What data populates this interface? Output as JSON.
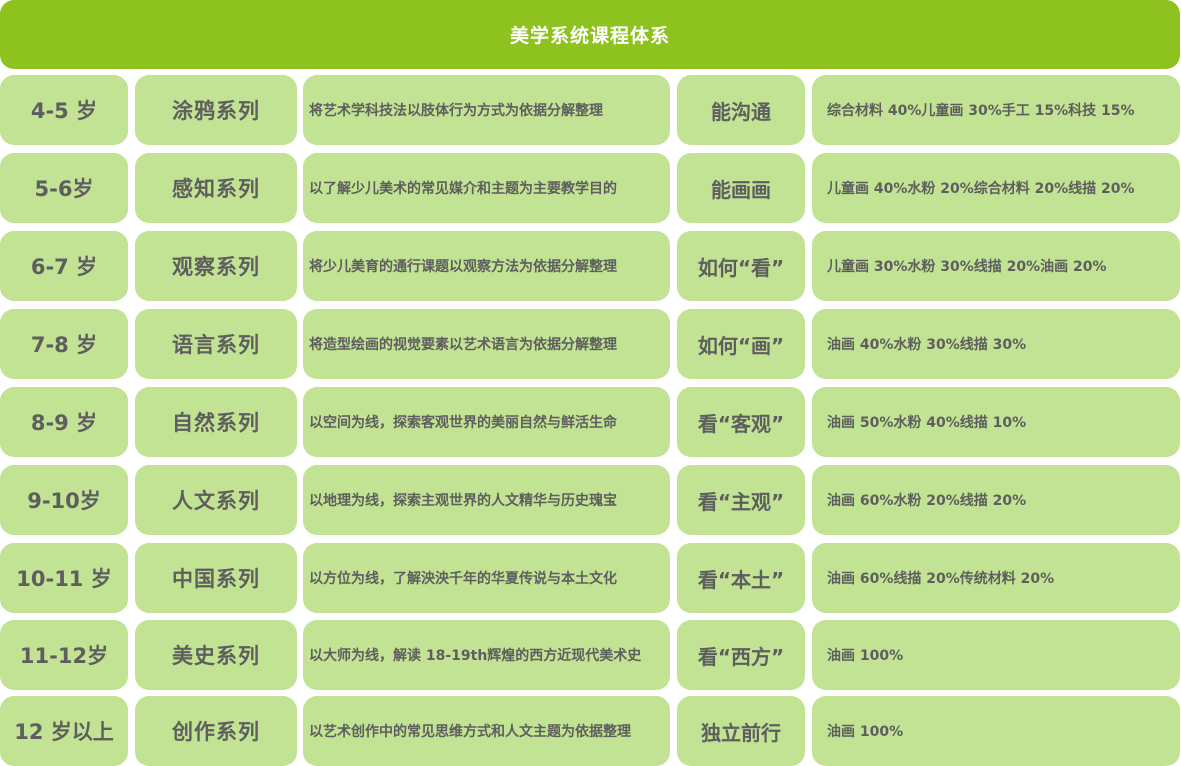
{
  "header": {
    "title": "美学系统课程体系"
  },
  "colors": {
    "header_bg": "#8dc21f",
    "cell_bg": "#c1e393",
    "text": "#5e5e5e",
    "header_text": "#ffffff"
  },
  "rows": [
    {
      "age": "4-5 岁",
      "series": "涂鸦系列",
      "description": "将艺术学科技法以肢体行为方式为依据分解整理",
      "goal": "能沟通",
      "mix": "综合材料 40%儿童画 30%手工 15%科技 15%"
    },
    {
      "age": "5-6岁",
      "series": "感知系列",
      "description": "以了解少儿美术的常见媒介和主题为主要教学目的",
      "goal": "能画画",
      "mix": "儿童画 40%水粉 20%综合材料 20%线描 20%"
    },
    {
      "age": "6-7 岁",
      "series": "观察系列",
      "description": "将少儿美育的通行课题以观察方法为依据分解整理",
      "goal": "如何“看”",
      "mix": "儿童画 30%水粉 30%线描 20%油画 20%"
    },
    {
      "age": "7-8 岁",
      "series": "语言系列",
      "description": "将造型绘画的视觉要素以艺术语言为依据分解整理",
      "goal": "如何“画”",
      "mix": "油画 40%水粉 30%线描 30%"
    },
    {
      "age": "8-9 岁",
      "series": "自然系列",
      "description": "以空间为线，探索客观世界的美丽自然与鲜活生命",
      "goal": "看“客观”",
      "mix": "油画 50%水粉 40%线描 10%"
    },
    {
      "age": "9-10岁",
      "series": "人文系列",
      "description": "以地理为线，探索主观世界的人文精华与历史瑰宝",
      "goal": "看“主观”",
      "mix": "油画 60%水粉 20%线描 20%"
    },
    {
      "age": "10-11 岁",
      "series": "中国系列",
      "description": "以方位为线，了解泱泱千年的华夏传说与本土文化",
      "goal": "看“本土”",
      "mix": "油画 60%线描 20%传统材料 20%"
    },
    {
      "age": "11-12岁",
      "series": "美史系列",
      "description": "以大师为线，解读 18-19th辉煌的西方近现代美术史",
      "goal": "看“西方”",
      "mix": "油画 100%"
    },
    {
      "age": "12 岁以上",
      "series": "创作系列",
      "description": "以艺术创作中的常见思维方式和人文主题为依据整理",
      "goal": "独立前行",
      "mix": "油画 100%"
    }
  ]
}
